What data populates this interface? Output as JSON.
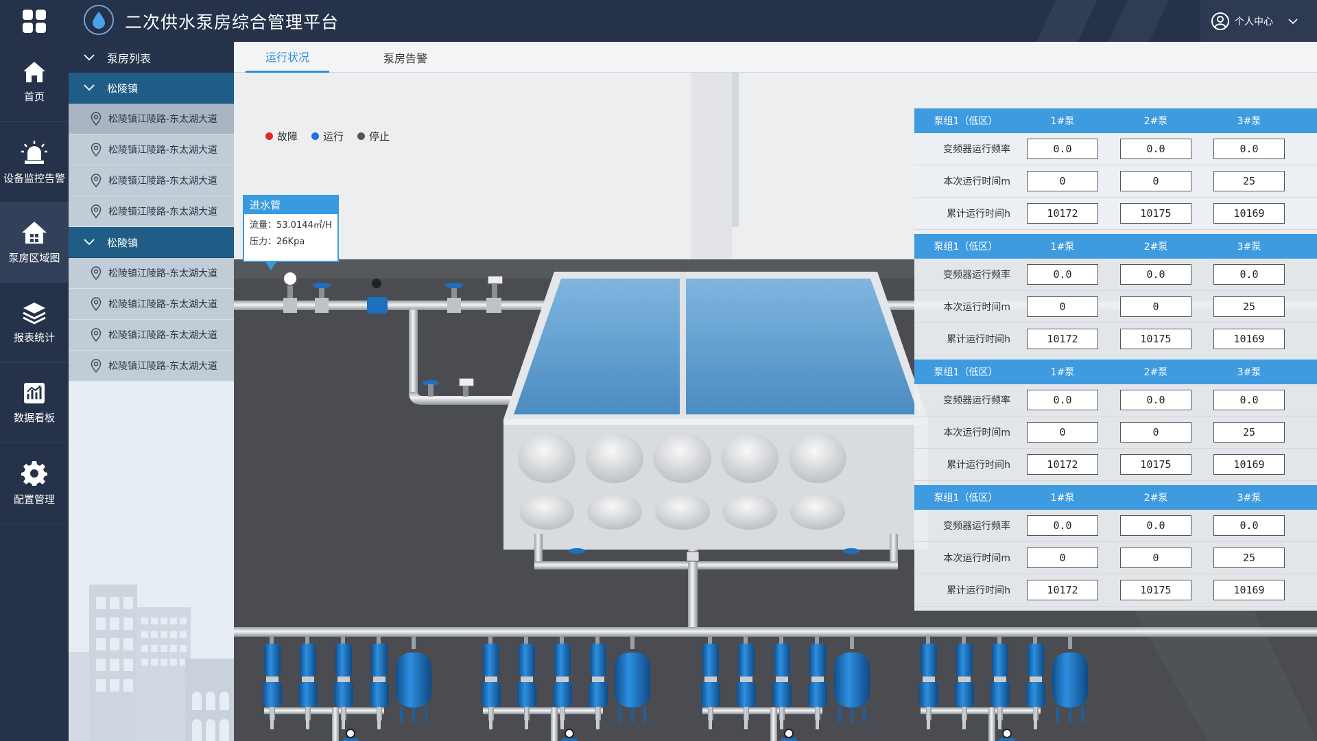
{
  "app": {
    "title": "二次供水泵房综合管理平台",
    "user_label": "个人中心"
  },
  "rail": [
    {
      "label": "首页",
      "icon": "home-icon"
    },
    {
      "label": "设备监控告警",
      "icon": "alarm-light-icon"
    },
    {
      "label": "泵房区域图",
      "icon": "house-icon"
    },
    {
      "label": "报表统计",
      "icon": "layers-icon"
    },
    {
      "label": "数据看板",
      "icon": "chart-board-icon"
    },
    {
      "label": "配置管理",
      "icon": "gear-icon"
    }
  ],
  "tree": {
    "header": "泵房列表",
    "groups": [
      {
        "label": "松陵镇",
        "items": [
          "松陵镇江陵路-东太湖大道",
          "松陵镇江陵路-东太湖大道",
          "松陵镇江陵路-东太湖大道",
          "松陵镇江陵路-东太湖大道"
        ]
      },
      {
        "label": "松陵镇",
        "items": [
          "松陵镇江陵路-东太湖大道",
          "松陵镇江陵路-东太湖大道",
          "松陵镇江陵路-东太湖大道",
          "松陵镇江陵路-东太湖大道"
        ]
      }
    ]
  },
  "tabs": [
    "运行状况",
    "泵房告警"
  ],
  "legend": [
    {
      "label": "故障",
      "color": "#e0262b"
    },
    {
      "label": "运行",
      "color": "#1f6fe0"
    },
    {
      "label": "停止",
      "color": "#555555"
    }
  ],
  "tooltip": {
    "title": "进水管",
    "flow": "流量：53.0144㎡/H",
    "pressure": "压力：26Kpa"
  },
  "panel_labels": {
    "group": "泵组1（低区）",
    "pumps": [
      "1#泵",
      "2#泵",
      "3#泵"
    ],
    "rows": [
      "变频器运行频率",
      "本次运行时间m",
      "累计运行时间h"
    ]
  },
  "panel_values": [
    [
      [
        "0.0",
        "0.0",
        "0.0"
      ],
      [
        "0",
        "0",
        "25"
      ],
      [
        "10172",
        "10175",
        "10169"
      ]
    ],
    [
      [
        "0.0",
        "0.0",
        "0.0"
      ],
      [
        "0",
        "0",
        "25"
      ],
      [
        "10172",
        "10175",
        "10169"
      ]
    ],
    [
      [
        "0.0",
        "0.0",
        "0.0"
      ],
      [
        "0",
        "0",
        "25"
      ],
      [
        "10172",
        "10175",
        "10169"
      ]
    ],
    [
      [
        "0.0",
        "0.0",
        "0.0"
      ],
      [
        "0",
        "0",
        "25"
      ],
      [
        "10172",
        "10175",
        "10169"
      ]
    ]
  ],
  "colors": {
    "accent": "#3f9be0",
    "nav_bg": "#253249",
    "tree_group": "#1f5d86",
    "pump_blue": "#1d6fb8",
    "water": "#5b9bc9"
  }
}
